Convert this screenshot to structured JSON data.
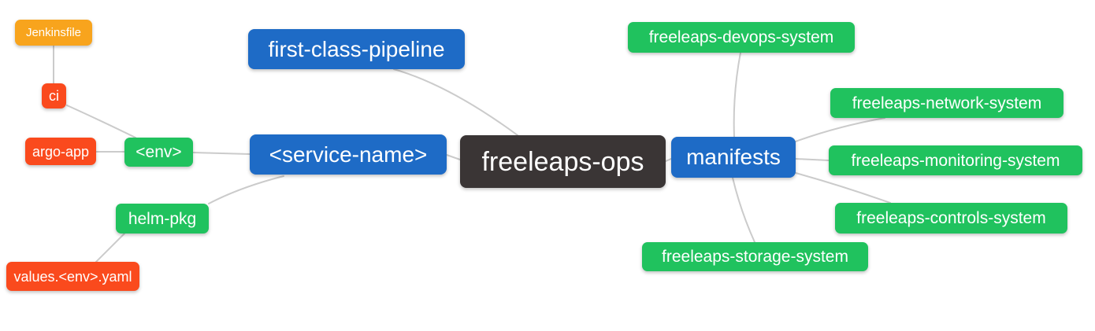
{
  "palette": {
    "color-root": "#3A3535",
    "color-branch": "#1E6BC6",
    "color-green": "#20C25E",
    "color-red": "#FA4A1D",
    "color-orange": "#F8A41D",
    "color-edge": "#CBCBCB",
    "color-bg": "#FFFFFF",
    "color-text": "#FFFFFF"
  },
  "nodes": {
    "root": {
      "label": "freeleaps-ops"
    },
    "first_class_pipeline": {
      "label": "first-class-pipeline"
    },
    "service_name": {
      "label": "<service-name>"
    },
    "env": {
      "label": "<env>"
    },
    "ci": {
      "label": "ci"
    },
    "jenkinsfile": {
      "label": "Jenkinsfile"
    },
    "argo_app": {
      "label": "argo-app"
    },
    "helm_pkg": {
      "label": "helm-pkg"
    },
    "values_env_yaml": {
      "label": "values.<env>.yaml"
    },
    "manifests": {
      "label": "manifests"
    },
    "devops_system": {
      "label": "freeleaps-devops-system"
    },
    "network_system": {
      "label": "freeleaps-network-system"
    },
    "monitoring_system": {
      "label": "freeleaps-monitoring-system"
    },
    "controls_system": {
      "label": "freeleaps-controls-system"
    },
    "storage_system": {
      "label": "freeleaps-storage-system"
    }
  },
  "edges": [
    {
      "from": "freeleaps-ops",
      "to": "first-class-pipeline"
    },
    {
      "from": "freeleaps-ops",
      "to": "<service-name>"
    },
    {
      "from": "freeleaps-ops",
      "to": "manifests"
    },
    {
      "from": "<service-name>",
      "to": "<env>"
    },
    {
      "from": "<service-name>",
      "to": "helm-pkg"
    },
    {
      "from": "<env>",
      "to": "ci"
    },
    {
      "from": "<env>",
      "to": "argo-app"
    },
    {
      "from": "ci",
      "to": "Jenkinsfile"
    },
    {
      "from": "helm-pkg",
      "to": "values.<env>.yaml"
    },
    {
      "from": "manifests",
      "to": "freeleaps-devops-system"
    },
    {
      "from": "manifests",
      "to": "freeleaps-network-system"
    },
    {
      "from": "manifests",
      "to": "freeleaps-monitoring-system"
    },
    {
      "from": "manifests",
      "to": "freeleaps-controls-system"
    },
    {
      "from": "manifests",
      "to": "freeleaps-storage-system"
    }
  ]
}
